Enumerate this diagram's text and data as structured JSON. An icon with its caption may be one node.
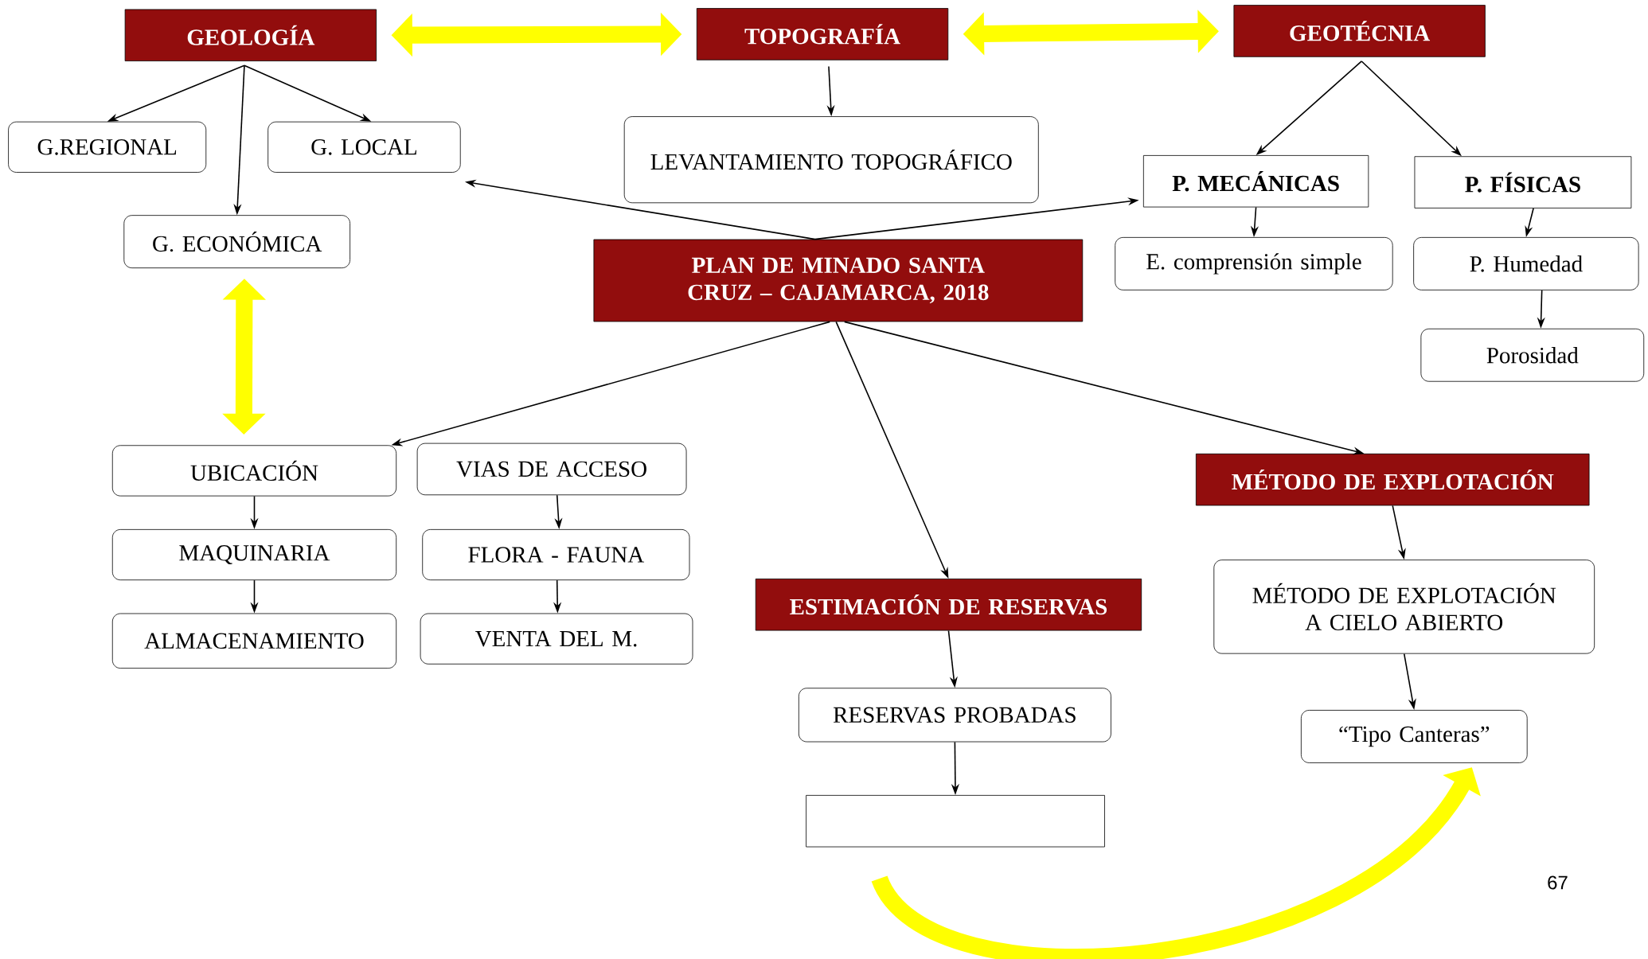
{
  "diagram": {
    "nodes": [
      {
        "text": [
          "GEOLOGÍA"
        ]
      },
      {
        "text": [
          "TOPOGRAFÍA"
        ]
      },
      {
        "text": [
          "GEOTÉCNIA"
        ]
      },
      {
        "text": [
          "G.REGIONAL"
        ]
      },
      {
        "text": [
          "G. LOCAL"
        ]
      },
      {
        "text": [
          "G. ECONÓMICA"
        ]
      },
      {
        "text": [
          "LEVANTAMIENTO TOPOGRÁFICO"
        ]
      },
      {
        "text": [
          "PLAN DE MINADO SANTA CRUZ – CAJAMARCA, 2018"
        ]
      },
      {
        "text": [
          "P. MECÁNICAS"
        ]
      },
      {
        "text": [
          "P. FÍSICAS"
        ]
      },
      {
        "text": [
          "E. comprensión simple"
        ]
      },
      {
        "text": [
          "P. Humedad"
        ]
      },
      {
        "text": [
          "Porosidad"
        ]
      },
      {
        "text": [
          "UBICACIÓN"
        ]
      },
      {
        "text": [
          "VIAS DE ACCESO"
        ]
      },
      {
        "text": [
          "MAQUINARIA"
        ]
      },
      {
        "text": [
          "FLORA - FAUNA"
        ]
      },
      {
        "text": [
          "ALMACENAMIENTO"
        ]
      },
      {
        "text": [
          "VENTA DEL M."
        ]
      },
      {
        "text": [
          "ESTIMACIÓN DE RESERVAS"
        ]
      },
      {
        "text": [
          "MÉTODO DE EXPLOTACIÓN"
        ]
      },
      {
        "text": [
          "MÉTODO DE EXPLOTACIÓN A CIELO ABIERTO"
        ]
      },
      {
        "text": [
          "RESERVAS PROBADAS"
        ]
      },
      {
        "text": [
          "“Tipo Canteras”"
        ]
      },
      {
        "text": [],
        "shape": "box"
      }
    ],
    "edges": [
      {
        "from": 0,
        "to": 1,
        "arrow": "both",
        "style": "thick",
        "color": "#ffff00"
      },
      {
        "from": 1,
        "to": 2,
        "arrow": "both",
        "style": "thick",
        "color": "#ffff00"
      },
      {
        "from": 5,
        "to": 13,
        "arrow": "both",
        "style": "thick",
        "color": "#ffff00"
      },
      {
        "from": 0,
        "to": 3,
        "arrow": "to"
      },
      {
        "from": 0,
        "to": 4,
        "arrow": "to"
      },
      {
        "from": 0,
        "to": 5,
        "arrow": "to"
      },
      {
        "from": 1,
        "to": 6,
        "arrow": "to"
      },
      {
        "from": 2,
        "to": 8,
        "arrow": "to"
      },
      {
        "from": 2,
        "to": 9,
        "arrow": "to"
      },
      {
        "from": 7,
        "to": 4,
        "arrow": "to"
      },
      {
        "from": 7,
        "to": 8,
        "arrow": "to"
      },
      {
        "from": 8,
        "to": 10,
        "arrow": "to"
      },
      {
        "from": 9,
        "to": 11,
        "arrow": "to"
      },
      {
        "from": 11,
        "to": 12,
        "arrow": "to"
      },
      {
        "from": 7,
        "to": 13,
        "arrow": "to"
      },
      {
        "from": 7,
        "to": 19,
        "arrow": "to"
      },
      {
        "from": 7,
        "to": 20,
        "arrow": "to"
      },
      {
        "from": 13,
        "to": 15,
        "arrow": "to"
      },
      {
        "from": 15,
        "to": 17,
        "arrow": "to"
      },
      {
        "from": 14,
        "to": 16,
        "arrow": "to"
      },
      {
        "from": 16,
        "to": 18,
        "arrow": "to"
      },
      {
        "from": 20,
        "to": 21,
        "arrow": "to"
      },
      {
        "from": 21,
        "to": 23,
        "arrow": "to"
      },
      {
        "from": 19,
        "to": 22,
        "arrow": "to"
      },
      {
        "from": 22,
        "to": 24,
        "arrow": "to"
      },
      {
        "from": 24,
        "to": 23,
        "arrow": "to",
        "style": "thick",
        "color": "#ffff00"
      }
    ],
    "labels": [
      "67"
    ]
  }
}
